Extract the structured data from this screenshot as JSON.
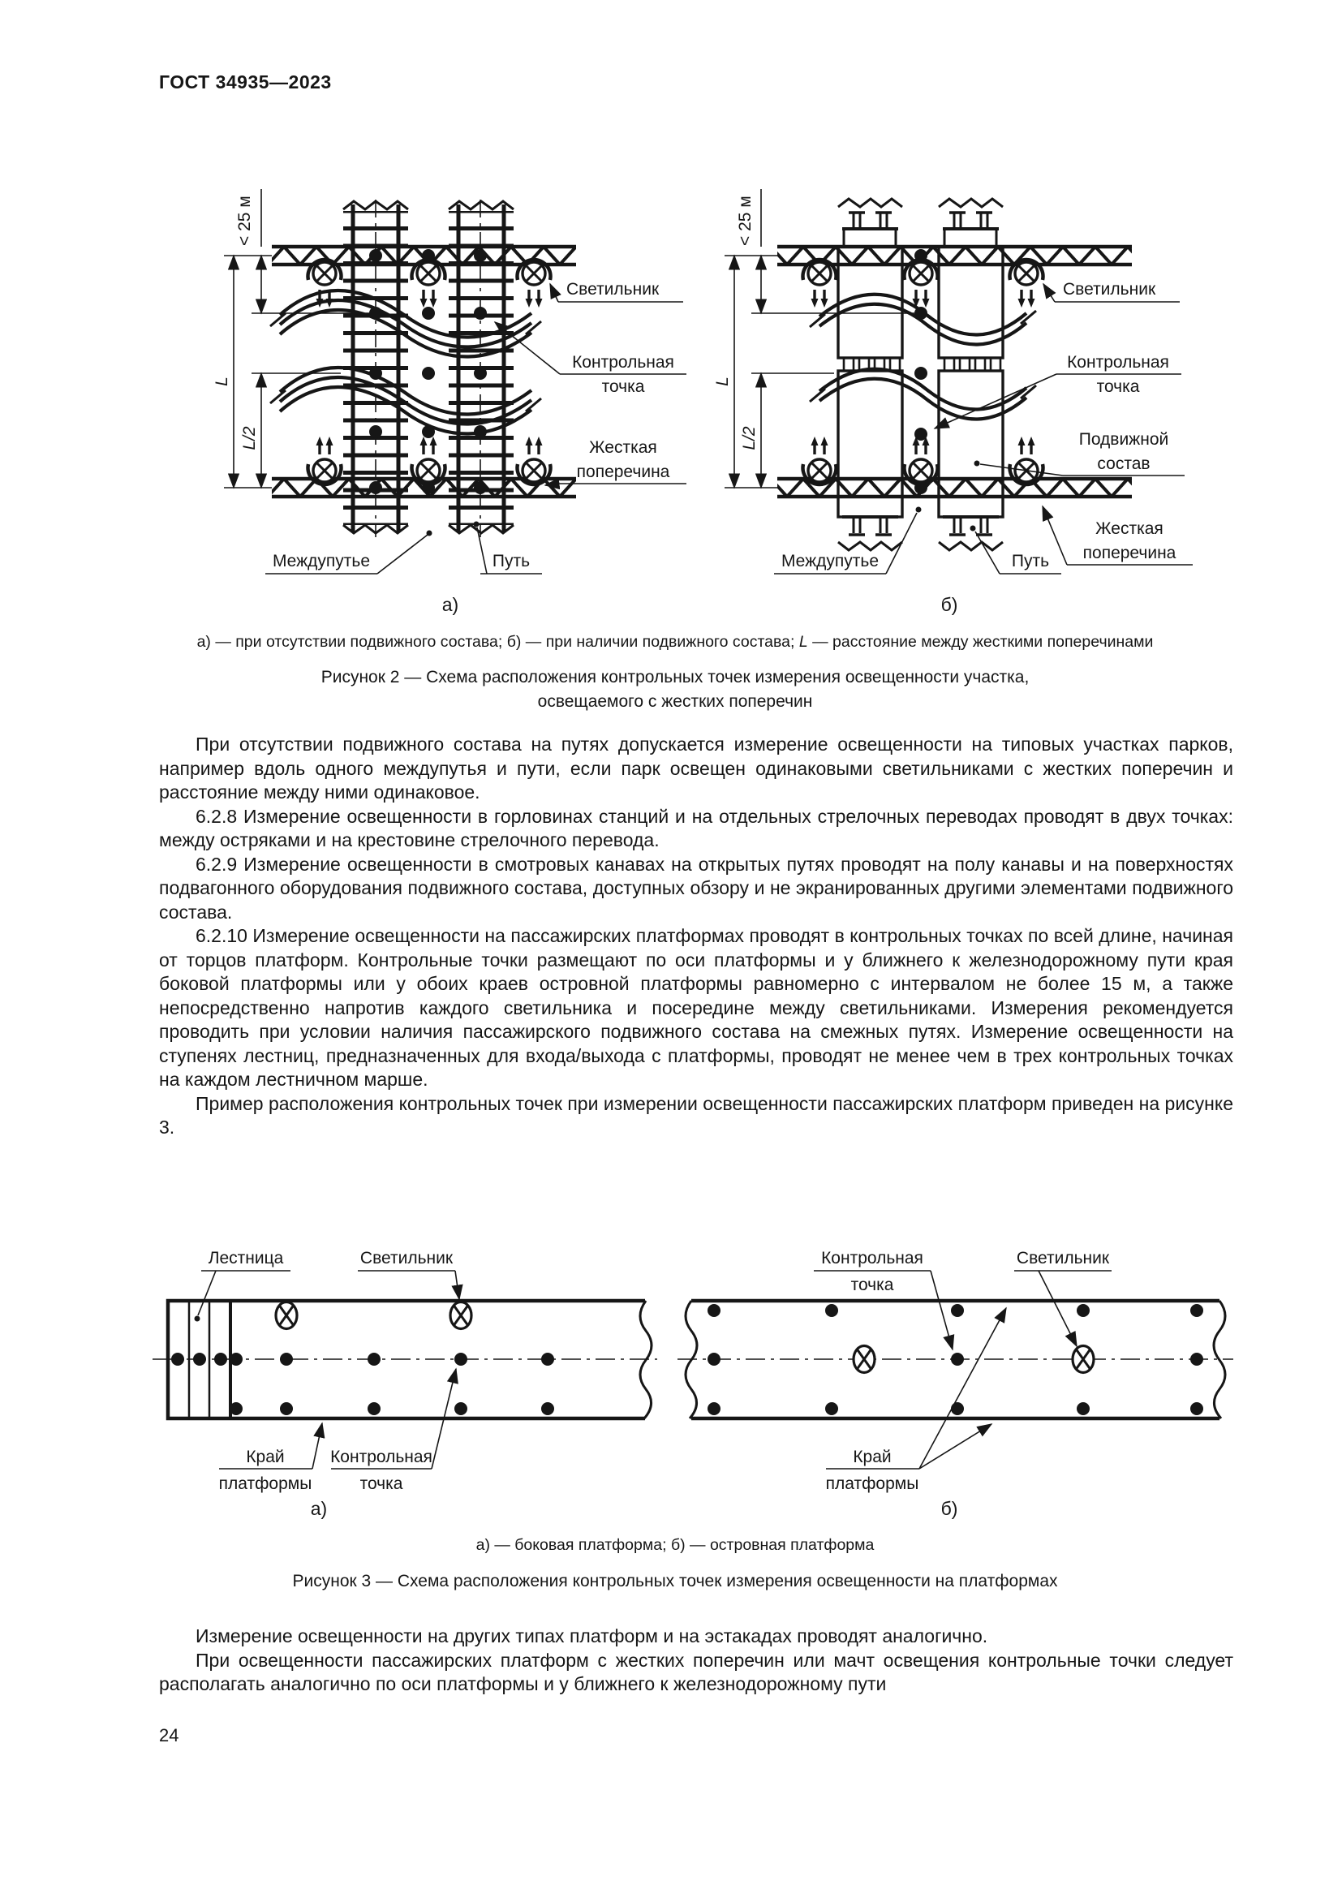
{
  "header": {
    "title": "ГОСТ 34935—2023"
  },
  "figure2": {
    "dims": {
      "d25": "< 25 м",
      "L": "L",
      "L2": "L/2"
    },
    "labels": {
      "luminaire": "Светильник",
      "control1": "Контрольная",
      "control2": "точка",
      "beam1": "Жесткая",
      "beam2": "поперечина",
      "stock1": "Подвижной",
      "stock2": "состав",
      "intertrack": "Междупутье",
      "track": "Путь",
      "sub_a": "а)",
      "sub_b": "б)"
    },
    "legend": {
      "part1": "а) — при отсутствии подвижного состава; б) — при наличии подвижного состава; ",
      "L": "L",
      "part2": " — расстояние между жесткими поперечинами"
    },
    "caption_line1": "Рисунок 2 — Схема расположения контрольных точек измерения освещенности участка,",
    "caption_line2": "освещаемого с жестких поперечин"
  },
  "body": {
    "p1": "При отсутствии подвижного состава на путях допускается измерение освещенности на типовых участках парков, например вдоль одного междупутья и пути, если парк освещен одинаковыми светильниками с жестких поперечин и расстояние между ними одинаковое.",
    "p2": "6.2.8 Измерение освещенности в горловинах станций и на отдельных стрелочных переводах проводят в двух точках: между остряками и на крестовине стрелочного перевода.",
    "p3": "6.2.9 Измерение освещенности в смотровых канавах на открытых путях проводят на полу канавы и на поверхностях подвагонного оборудования подвижного состава, доступных обзору и не экранированных другими элементами подвижного состава.",
    "p4": "6.2.10 Измерение освещенности на пассажирских платформах проводят в контрольных точках по всей длине, начиная от торцов платформ. Контрольные точки размещают по оси платформы и у ближнего к железнодорожному пути края боковой платформы или у обоих краев островной платформы равномерно с интервалом не более 15 м, а также непосредственно напротив каждого светильника и посередине между светильниками. Измерения рекомендуется проводить при условии наличия пассажирского подвижного состава на смежных путях. Измерение освещенности на ступенях лестниц, предназначенных для входа/выхода с платформы, проводят не менее чем в трех контрольных точках на каждом лестничном марше.",
    "p5": "Пример расположения контрольных точек при измерении освещенности пассажирских платформ приведен на рисунке 3."
  },
  "figure3": {
    "labels": {
      "stairs": "Лестница",
      "luminaire": "Светильник",
      "edge1": "Край",
      "edge2": "платформы",
      "control1": "Контрольная",
      "control2": "точка",
      "sub_a": "а)",
      "sub_b": "б)"
    },
    "legend": "а) — боковая платформа; б) — островная платформа",
    "caption": "Рисунок 3 — Схема расположения контрольных точек измерения освещенности на платформах"
  },
  "body2": {
    "p6": "Измерение освещенности на других типах платформ и на эстакадах проводят аналогично.",
    "p7": "При освещенности пассажирских платформ с жестких поперечин или мачт освещения контрольные точки следует располагать аналогично по оси платформы и у ближнего к железнодорожному пути"
  },
  "footer": {
    "page_number": "24"
  }
}
